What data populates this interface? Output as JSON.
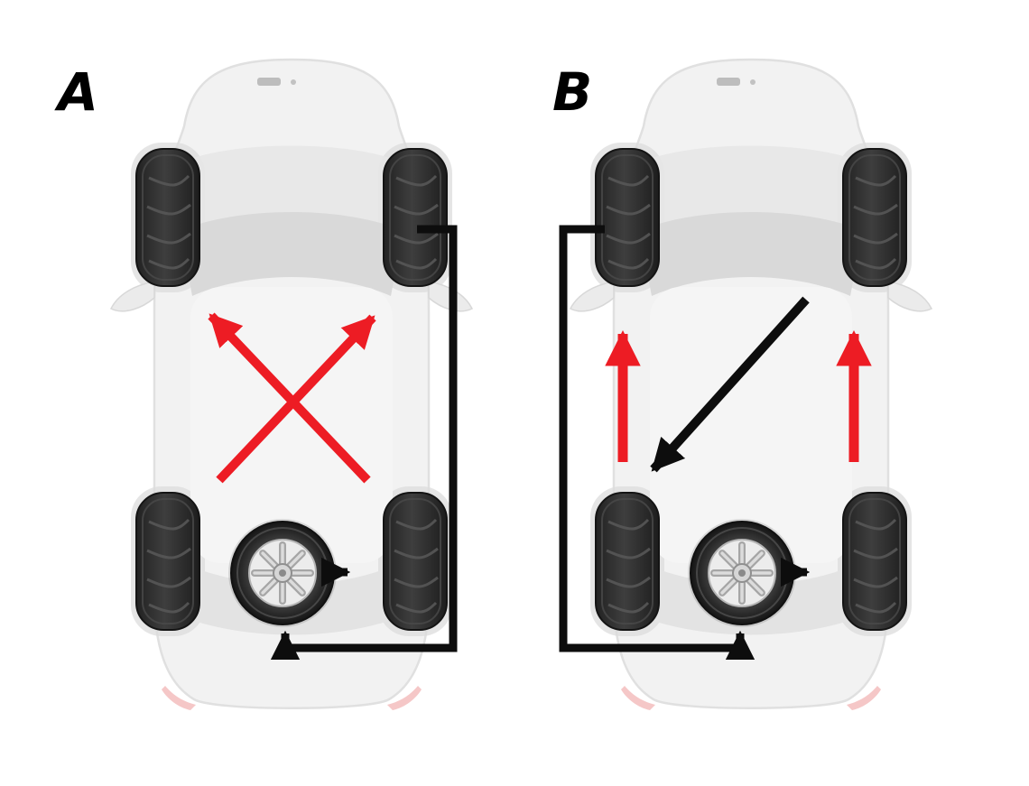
{
  "page": {
    "background": "#ffffff",
    "description": "Two top-view car diagrams showing tire rotation patterns including a full-size spare"
  },
  "colors": {
    "red_arrow": "#ed1c24",
    "black_arrow": "#0d0d0d",
    "car_body": "#f2f2f2",
    "car_outline": "#e0e0e0",
    "glass": "#d9d9d9",
    "tire_dark": "#2b2b2b",
    "rim_silver": "#ececec"
  },
  "panels": [
    {
      "label": "A",
      "name": "x-pattern-rotation",
      "arrows": [
        {
          "name": "rear-left-to-front-right-arrow",
          "color_key": "red_arrow",
          "style": "diagonal-cross"
        },
        {
          "name": "rear-right-to-front-left-arrow",
          "color_key": "red_arrow",
          "style": "diagonal-cross"
        },
        {
          "name": "front-right-to-spare-route",
          "color_key": "black_arrow",
          "style": "right-side-loop"
        },
        {
          "name": "spare-exit-arrow",
          "color_key": "black_arrow",
          "style": "short-right"
        }
      ]
    },
    {
      "label": "B",
      "name": "forward-pattern-rotation",
      "arrows": [
        {
          "name": "rear-left-to-front-left-arrow",
          "color_key": "red_arrow",
          "style": "straight-up"
        },
        {
          "name": "rear-right-to-front-right-arrow",
          "color_key": "red_arrow",
          "style": "straight-up"
        },
        {
          "name": "front-right-to-rear-left-arrow",
          "color_key": "black_arrow",
          "style": "diagonal-down"
        },
        {
          "name": "front-left-to-spare-route",
          "color_key": "black_arrow",
          "style": "left-side-loop"
        },
        {
          "name": "spare-exit-arrow",
          "color_key": "black_arrow",
          "style": "short-right"
        }
      ]
    }
  ]
}
